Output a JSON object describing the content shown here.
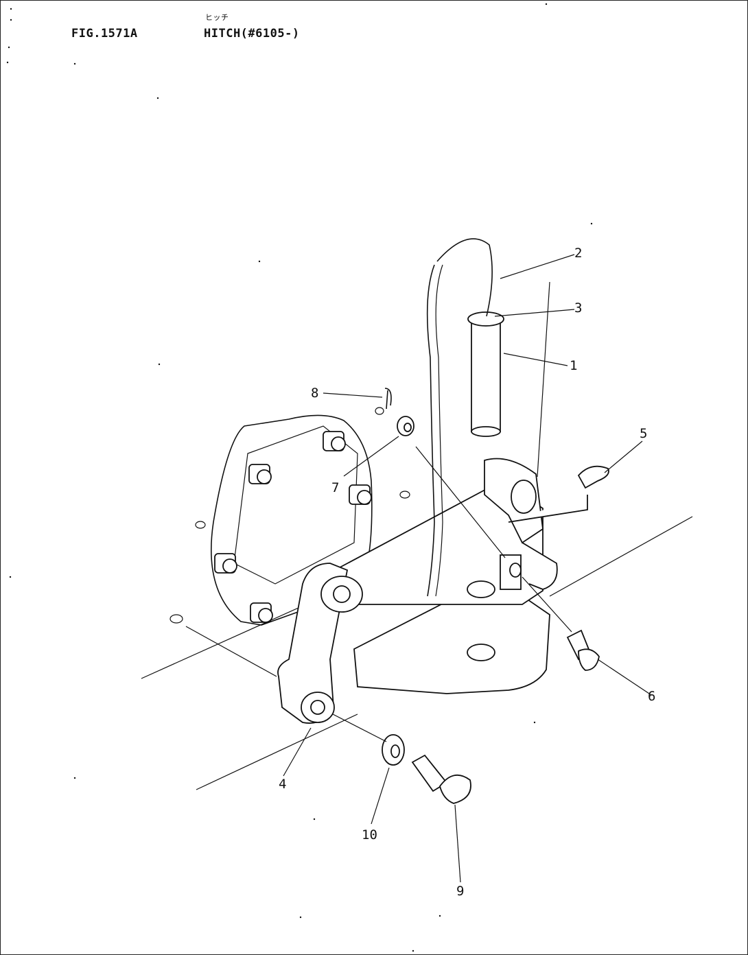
{
  "header": {
    "figure_id": "FIG.1571A",
    "title_jp": "ヒッチ",
    "title_en": "HITCH(#6105-)"
  },
  "callouts": {
    "c1": "1",
    "c2": "2",
    "c3": "3",
    "c4": "4",
    "c5": "5",
    "c6": "6",
    "c7": "7",
    "c8": "8",
    "c9": "9",
    "c10": "10"
  }
}
